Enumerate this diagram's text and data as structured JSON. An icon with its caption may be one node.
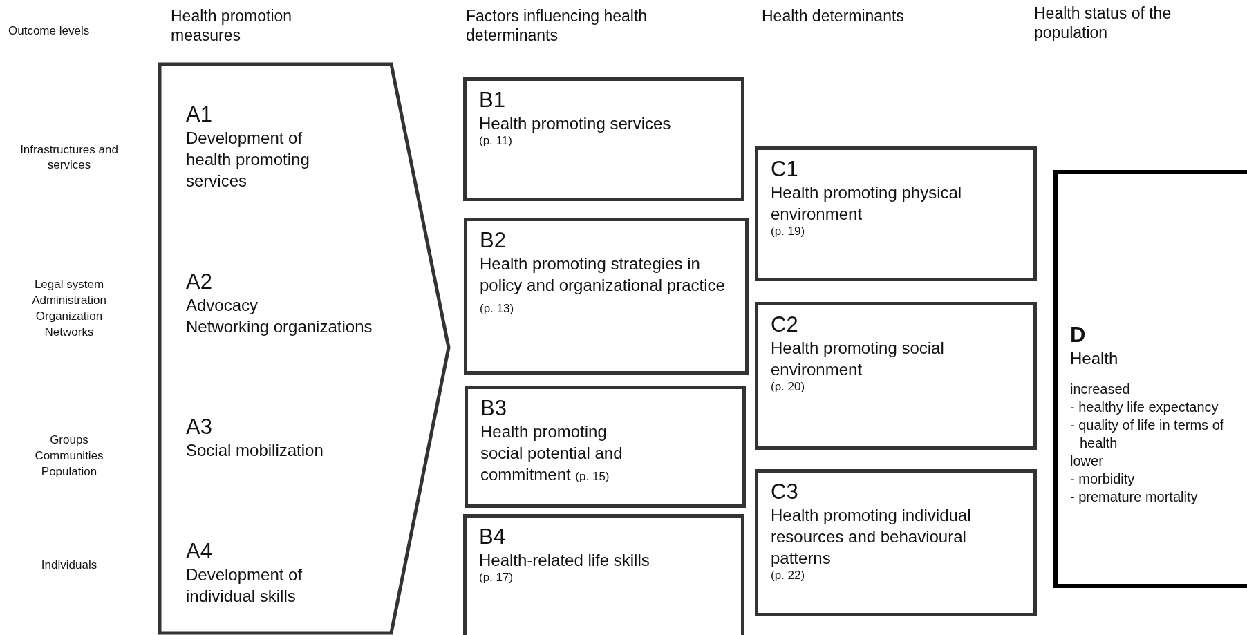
{
  "diagram": {
    "nodes": [
      {
        "text": [],
        "shape": "pentagon"
      },
      {
        "text": [
          "A1",
          "Development of health promoting services"
        ],
        "in": 0
      },
      {
        "text": [
          "A2",
          "Advocacy",
          "Networking organizations"
        ],
        "in": 0
      },
      {
        "text": [
          "A3",
          "Social mobilization"
        ],
        "in": 0
      },
      {
        "text": [
          "A4",
          "Development of individual skills"
        ],
        "in": 0
      },
      {
        "text": [
          "B1",
          "Health promoting services",
          "(p. 11)"
        ]
      },
      {
        "text": [
          "B2",
          "Health promoting strategies in policy and organizational practice",
          "(p. 13)"
        ]
      },
      {
        "text": [
          "B3",
          "Health promoting social potential and commitment",
          "(p. 15)"
        ]
      },
      {
        "text": [
          "B4",
          "Health-related life skills",
          "(p. 17)"
        ]
      },
      {
        "text": [
          "C1",
          "Health promoting physical environment",
          "(p. 19)"
        ]
      },
      {
        "text": [
          "C2",
          "Health promoting social environment",
          "(p. 20)"
        ]
      },
      {
        "text": [
          "C3",
          "Health promoting individual resources and behavioural patterns",
          "(p. 22)"
        ]
      },
      {
        "text": [
          "D",
          "Health",
          "increased",
          "- healthy life expectancy",
          "- quality of life in terms of health",
          "lower",
          "- morbidity",
          "- premature mortality"
        ]
      }
    ],
    "edges": [],
    "labels": [
      "Outcome levels",
      "Health promotion measures",
      "Factors influencing health determinants",
      "Health determinants",
      "Health status of the population",
      "Infrastructures and services",
      "Legal system",
      "Administration",
      "Organization",
      "Networks",
      "Groups",
      "Communities",
      "Population",
      "Individuals"
    ]
  }
}
